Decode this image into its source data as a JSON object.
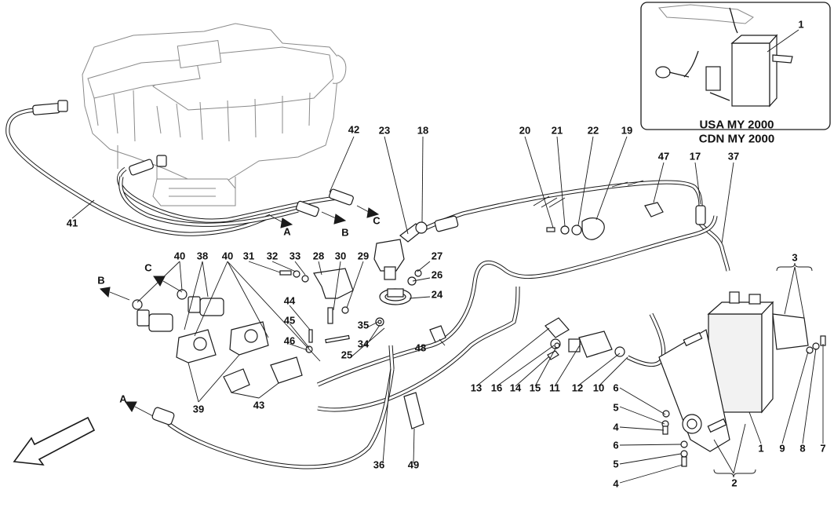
{
  "inset": {
    "caption_line1": "USA MY 2000",
    "caption_line2": "CDN MY 2000",
    "callout": "1"
  },
  "flow_letters": {
    "upper_A": "A",
    "upper_B": "B",
    "upper_C": "C",
    "left_B": "B",
    "left_C": "C",
    "lower_A": "A"
  },
  "callouts": {
    "c42": "42",
    "c23": "23",
    "c18": "18",
    "c20": "20",
    "c21": "21",
    "c22": "22",
    "c19": "19",
    "c47": "47",
    "c17": "17",
    "c37": "37",
    "c41": "41",
    "c40a": "40",
    "c38": "38",
    "c40b": "40",
    "c31": "31",
    "c32": "32",
    "c33": "33",
    "c28": "28",
    "c30": "30",
    "c29": "29",
    "c27": "27",
    "c26": "26",
    "c24": "24",
    "c3": "3",
    "c44": "44",
    "c45": "45",
    "c46": "46",
    "c35": "35",
    "c34": "34",
    "c25": "25",
    "c48": "48",
    "c39": "39",
    "c43": "43",
    "c13": "13",
    "c16": "16",
    "c14": "14",
    "c15": "15",
    "c11": "11",
    "c12": "12",
    "c10": "10",
    "c6a": "6",
    "c5a": "5",
    "c4a": "4",
    "c6b": "6",
    "c5b": "5",
    "c4b": "4",
    "c1": "1",
    "c9": "9",
    "c8": "8",
    "c7": "7",
    "c2": "2",
    "c36": "36",
    "c49": "49"
  }
}
